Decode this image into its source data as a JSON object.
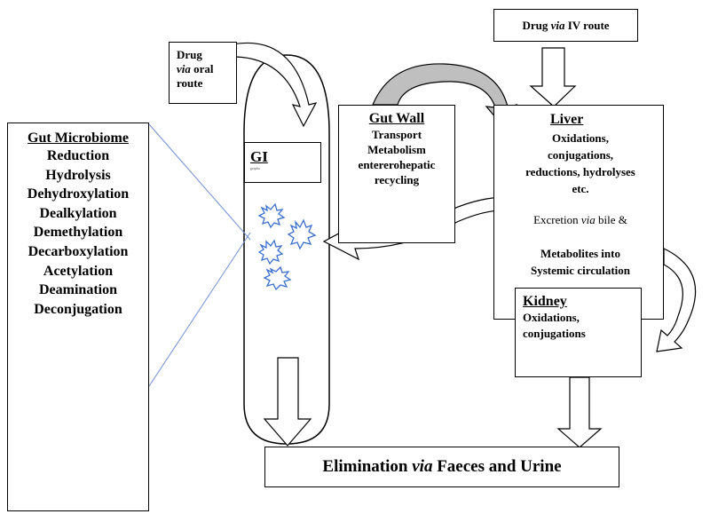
{
  "microbiome": {
    "title": "Gut Microbiome",
    "items": [
      "Reduction",
      "Hydrolysis",
      "Dehydroxylation",
      "Dealkylation",
      "Demethylation",
      "Decarboxylation",
      "Acetylation",
      "Deamination",
      "Deconjugation"
    ]
  },
  "oral": {
    "line1": "Drug",
    "line2_italic": "via",
    "line2_rest": " oral",
    "line3": "route"
  },
  "iv": {
    "prefix": "Drug ",
    "italic": "via",
    "suffix": " IV route"
  },
  "gi": {
    "title": "GI",
    "tiny": "grapho"
  },
  "gut_wall": {
    "title": "Gut Wall",
    "lines": [
      "Transport",
      "Metabolism",
      "entererohepatic",
      "recycling"
    ]
  },
  "liver": {
    "title": "Liver",
    "functions": [
      "Oxidations,",
      "conjugations,",
      "reductions, hydrolyses",
      "etc."
    ],
    "excretion_prefix": "Excretion ",
    "excretion_italic": "via",
    "excretion_suffix": " bile &",
    "metabolites": [
      "Metabolites into",
      "Systemic circulation"
    ]
  },
  "kidney": {
    "title": "Kidney",
    "lines": [
      "Oxidations,",
      "conjugations"
    ]
  },
  "elimination": {
    "prefix": "Elimination ",
    "italic": "via",
    "suffix": " Faeces and Urine"
  },
  "colors": {
    "microbe": "#3a6fd0",
    "connector": "#6f8fd6",
    "arrow_fill": "#bfbfbf"
  }
}
